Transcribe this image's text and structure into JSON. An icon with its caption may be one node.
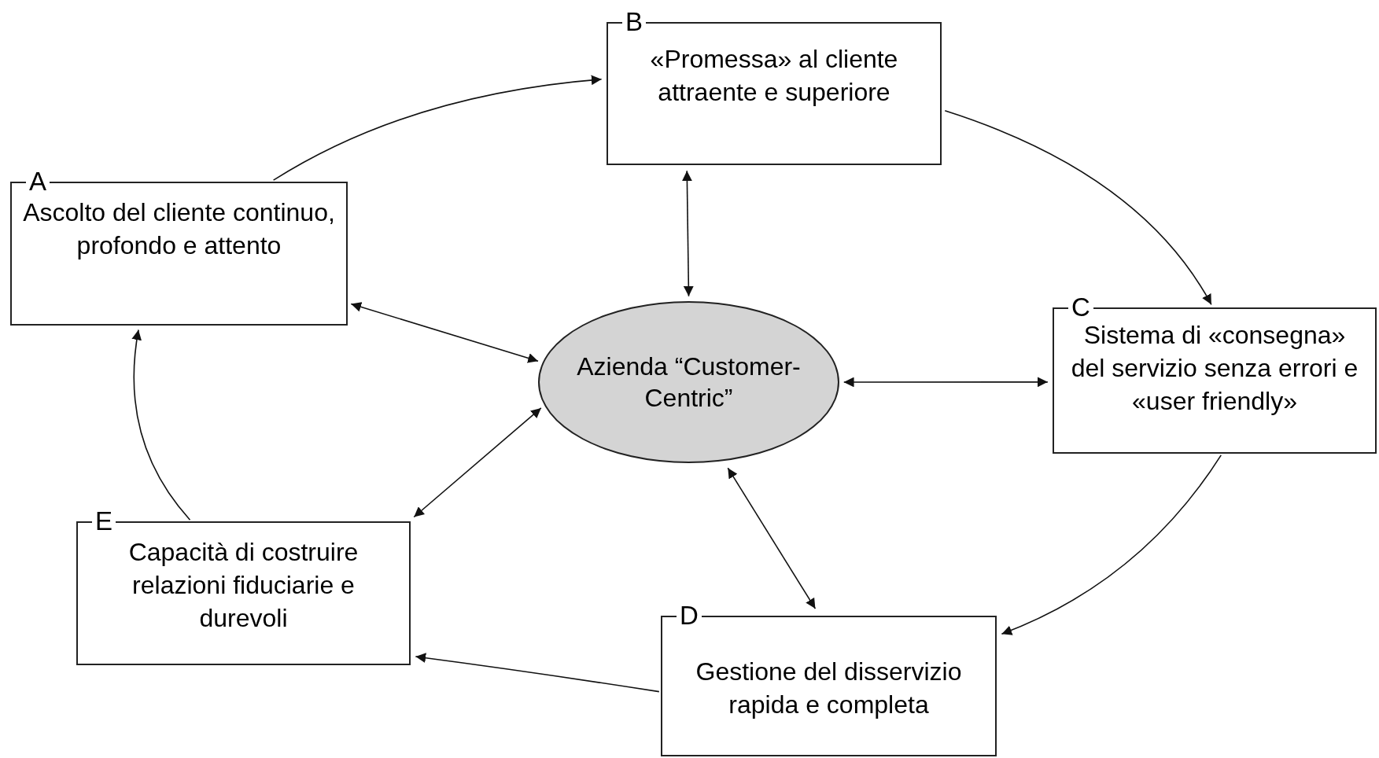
{
  "diagram": {
    "nodes": [
      {
        "text": [
          "A",
          "Ascolto del cliente continuo, profondo e attento"
        ]
      },
      {
        "text": [
          "B",
          "«Promessa» al cliente attraente e superiore"
        ]
      },
      {
        "text": [
          "C",
          "Sistema di «consegna» del servizio senza errori e «user friendly»"
        ]
      },
      {
        "text": [
          "D",
          "Gestione del disservizio rapida e completa"
        ]
      },
      {
        "text": [
          "E",
          "Capacità di costruire relazioni fiduciarie e durevoli"
        ]
      },
      {
        "text": [
          "Azienda “Customer-Centric”"
        ]
      }
    ],
    "edges": [
      {
        "from": 0,
        "to": 1,
        "arrow": "to"
      },
      {
        "from": 1,
        "to": 2,
        "arrow": "to"
      },
      {
        "from": 2,
        "to": 3,
        "arrow": "to"
      },
      {
        "from": 3,
        "to": 4,
        "arrow": "to"
      },
      {
        "from": 4,
        "to": 0,
        "arrow": "to"
      },
      {
        "from": 0,
        "to": 5,
        "arrow": "both"
      },
      {
        "from": 1,
        "to": 5,
        "arrow": "both"
      },
      {
        "from": 2,
        "to": 5,
        "arrow": "both"
      },
      {
        "from": 3,
        "to": 5,
        "arrow": "both"
      },
      {
        "from": 4,
        "to": 5,
        "arrow": "both"
      }
    ]
  }
}
